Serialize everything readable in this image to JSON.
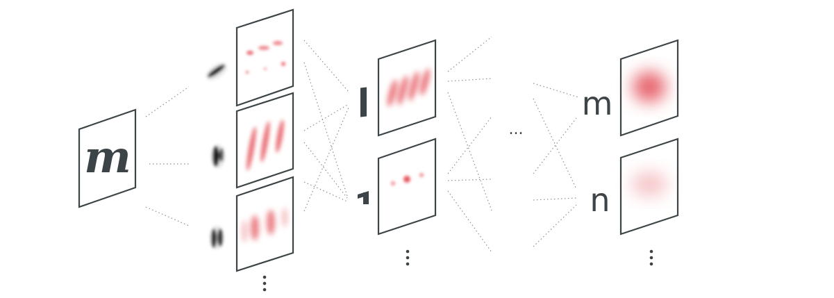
{
  "input": {
    "letter": "m"
  },
  "layer3": {
    "labels": [
      "m",
      "n"
    ]
  },
  "ellipsis": "...",
  "colors": {
    "frame": "#3c4447",
    "activation": "#e65a62",
    "connector": "#8a8f91",
    "filter": "#222222"
  },
  "icons": [
    "gabor-filter-icon",
    "vertical-bar-icon",
    "t-shape-icon",
    "vertical-dots-icon"
  ]
}
